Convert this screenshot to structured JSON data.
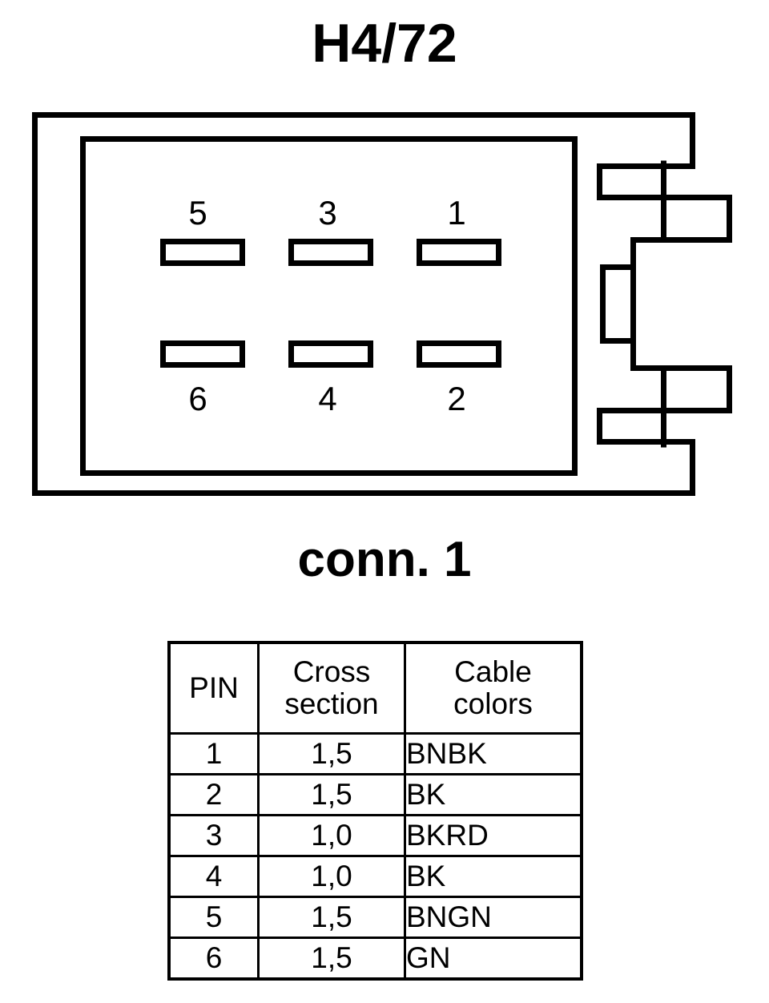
{
  "title": "H4/72",
  "connector_caption": "conn. 1",
  "connector": {
    "top_row_pins": [
      {
        "number": "5",
        "slot_name": "pin-slot-5"
      },
      {
        "number": "3",
        "slot_name": "pin-slot-3"
      },
      {
        "number": "1",
        "slot_name": "pin-slot-1"
      }
    ],
    "bottom_row_pins": [
      {
        "number": "6",
        "slot_name": "pin-slot-6"
      },
      {
        "number": "4",
        "slot_name": "pin-slot-4"
      },
      {
        "number": "2",
        "slot_name": "pin-slot-2"
      }
    ]
  },
  "table": {
    "headers": {
      "pin": "PIN",
      "cross_section_line1": "Cross",
      "cross_section_line2": "section",
      "cable_colors_line1": "Cable",
      "cable_colors_line2": "colors"
    },
    "rows": [
      {
        "pin": "1",
        "cross_section": "1,5",
        "cable_colors": "BNBK"
      },
      {
        "pin": "2",
        "cross_section": "1,5",
        "cable_colors": "BK"
      },
      {
        "pin": "3",
        "cross_section": "1,0",
        "cable_colors": "BKRD"
      },
      {
        "pin": "4",
        "cross_section": "1,0",
        "cable_colors": "BK"
      },
      {
        "pin": "5",
        "cross_section": "1,5",
        "cable_colors": "BNGN"
      },
      {
        "pin": "6",
        "cross_section": "1,5",
        "cable_colors": "GN"
      }
    ]
  },
  "colors": {
    "line": "#000000",
    "background": "#ffffff"
  }
}
